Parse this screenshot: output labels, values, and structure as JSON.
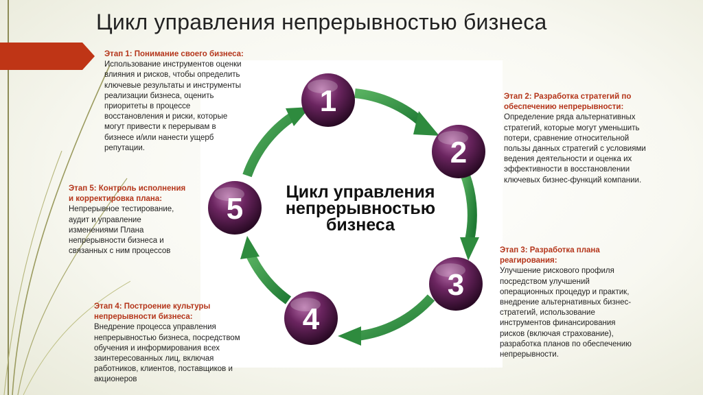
{
  "slide": {
    "title": "Цикл управления непрерывностью бизнеса"
  },
  "diagram": {
    "center_title_lines": [
      "Цикл управления",
      "непрерывностью",
      "бизнеса"
    ],
    "nodes": [
      "1",
      "2",
      "3",
      "4",
      "5"
    ],
    "colors": {
      "node": "#5b1f4e",
      "arrow": "#2e8b3e",
      "accent": "#bf3516",
      "heading": "#b4351a"
    }
  },
  "stages": [
    {
      "heading": [
        "Этап 1: Понимание своего бизнеса:"
      ],
      "body": [
        "Использование инструментов оценки",
        "влияния и рисков, чтобы определить",
        "ключевые результаты и инструменты",
        "реализации бизнеса, оценить",
        "приоритеты в процессе",
        "восстановления и риски, которые",
        "могут привести к перерывам в",
        "бизнесе и/или нанести ущерб",
        "репутации."
      ]
    },
    {
      "heading": [
        "Этап 2: Разработка стратегий по",
        "обеспечению непрерывности:"
      ],
      "body": [
        "Определение ряда альтернативных",
        "стратегий, которые могут уменьшить",
        "потери, сравнение относительной",
        "пользы данных стратегий с условиями",
        "ведения деятельности и оценка их",
        "эффективности в восстановлении",
        "ключевых бизнес-функций компании."
      ]
    },
    {
      "heading": [
        "Этап 3: Разработка плана",
        "реагирования:"
      ],
      "body": [
        "Улучшение рискового профиля",
        "посредством улучшений",
        "операционных процедур и практик,",
        "внедрение альтернативных бизнес-",
        "стратегий, использование",
        "инструментов финансирования",
        "рисков (включая страхование),",
        "разработка планов по обеспечению",
        "непрерывности."
      ]
    },
    {
      "heading": [
        "Этап 4:  Построение культуры",
        "непрерывности бизнеса:"
      ],
      "body": [
        "Внедрение процесса управления",
        "непрерывностью бизнеса, посредством",
        "обучения и информирования всех",
        "заинтересованных лиц, включая",
        "работников, клиентов, поставщиков и",
        "акционеров"
      ]
    },
    {
      "heading": [
        "Этап 5:  Контроль исполнения",
        "и корректировка плана:"
      ],
      "body": [
        "Непрерывное тестирование,",
        "аудит и управление",
        "изменениями Плана",
        "непрерывности бизнеса и",
        "связанных с ним процессов"
      ]
    }
  ]
}
